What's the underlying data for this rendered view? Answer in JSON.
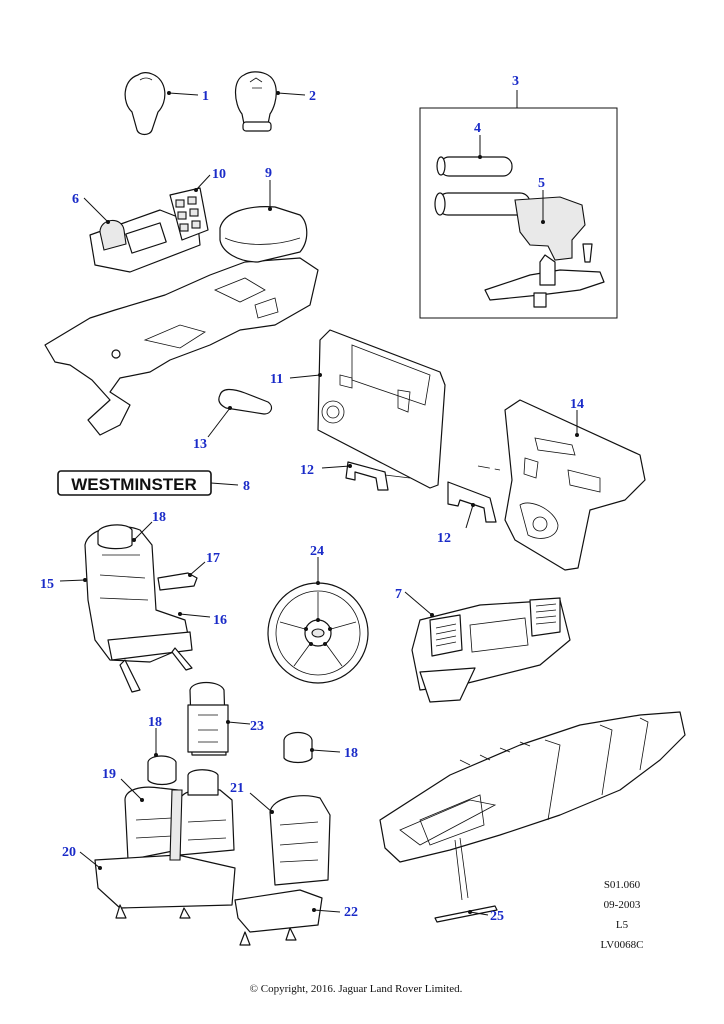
{
  "callouts": {
    "c1": "1",
    "c2": "2",
    "c3": "3",
    "c4": "4",
    "c5": "5",
    "c6": "6",
    "c7": "7",
    "c8": "8",
    "c9": "9",
    "c10": "10",
    "c11": "11",
    "c12a": "12",
    "c12b": "12",
    "c13": "13",
    "c14": "14",
    "c15": "15",
    "c16": "16",
    "c17": "17",
    "c18a": "18",
    "c18b": "18",
    "c18c": "18",
    "c19": "19",
    "c20": "20",
    "c21": "21",
    "c22": "22",
    "c23": "23",
    "c24": "24",
    "c25": "25"
  },
  "badge": {
    "text": "WESTMINSTER"
  },
  "reference": {
    "code": "S01.060",
    "date": "09-2003",
    "layout": "L5",
    "drawing": "LV0068C"
  },
  "footer": {
    "copyright": "© Copyright, 2016. Jaguar Land Rover Limited."
  }
}
